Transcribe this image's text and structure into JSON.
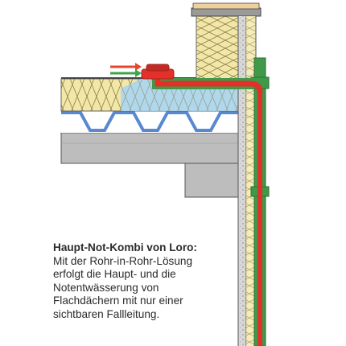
{
  "caption": {
    "title": "Haupt-Not-Kombi von Loro:",
    "lines": [
      "Mit der Rohr-in-Rohr-Lösung",
      "erfolgt die Haupt- und die",
      "Notentwässerung von",
      "Flachdächern mit nur einer",
      "sichtbaren Fallleitung."
    ]
  },
  "colors": {
    "outer_pipe": "#3e9a48",
    "inner_pipe": "#e3312a",
    "concrete": "#bdbdbd",
    "insulation_yellow": "#f3e7a8",
    "insulation_blue": "#a9d5f2",
    "trapezoid_steel": "#5a88d0",
    "arrow_red": "#e8452f",
    "arrow_green": "#3aa64a"
  }
}
